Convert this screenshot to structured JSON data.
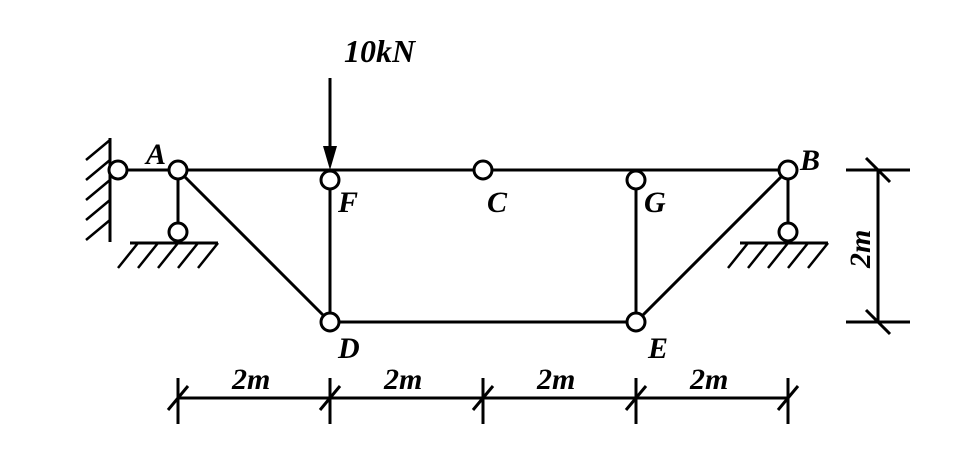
{
  "load": {
    "label": "10kN"
  },
  "nodes": {
    "A": "A",
    "B": "B",
    "C": "C",
    "D": "D",
    "E": "E",
    "F": "F",
    "G": "G"
  },
  "dimensions": {
    "spans": [
      "2m",
      "2m",
      "2m",
      "2m"
    ],
    "height": "2m"
  }
}
